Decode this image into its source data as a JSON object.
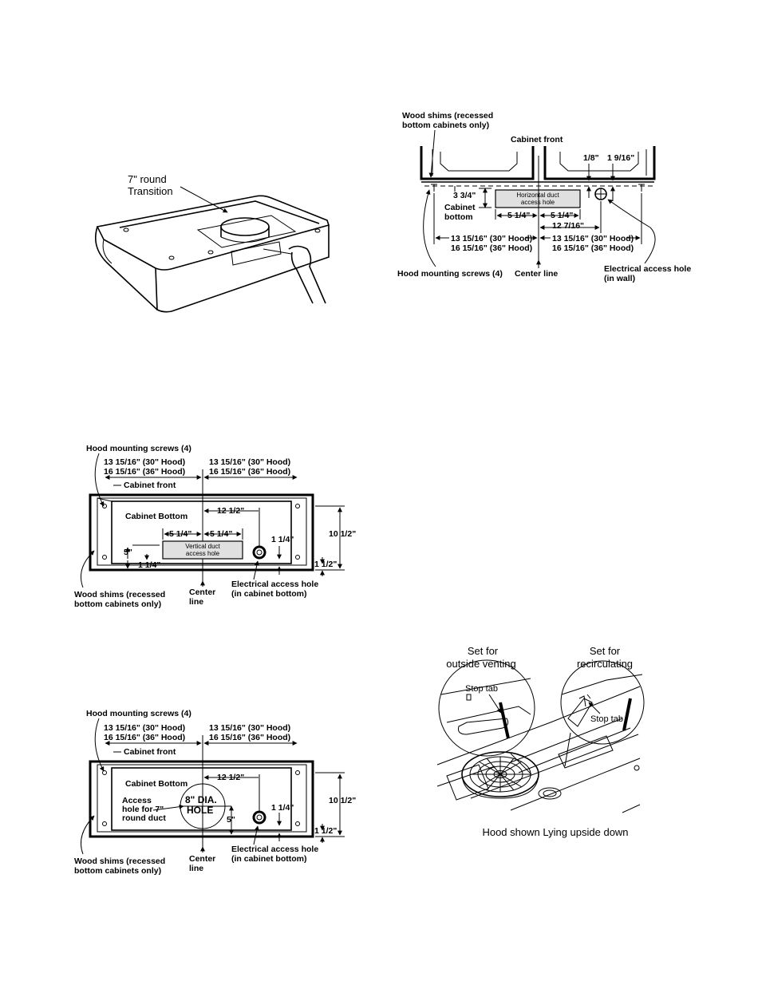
{
  "fig1": {
    "transition_line1": "7\" round",
    "transition_line2": "Transition"
  },
  "fig2": {
    "wood_shims_line1": "Wood shims (recessed",
    "wood_shims_line2": "bottom cabinets only)",
    "cabinet_front": "Cabinet front",
    "dim_1_8": "1/8\"",
    "dim_1_9_16": "1 9/16\"",
    "dim_3_3_4": "3 3/4\"",
    "cabinet_bottom_line1": "Cabinet",
    "cabinet_bottom_line2": "bottom",
    "duct_line1": "Horizontal duct",
    "duct_line2": "access hole",
    "dim_5_1_4_left": "5 1/4\"",
    "dim_5_1_4_right": "5 1/4\"",
    "dim_12_7_16": "12 7/16\"",
    "dim_left_30": "13 15/16\" (30\" Hood)",
    "dim_left_36": "16 15/16\" (36\" Hood)",
    "dim_right_30": "13 15/16\" (30\" Hood)",
    "dim_right_36": "16 15/16\" (36\" Hood)",
    "screws": "Hood mounting screws (4)",
    "center_line": "Center line",
    "elec_line1": "Electrical access hole",
    "elec_line2": "(in wall)"
  },
  "fig3": {
    "screws": "Hood mounting screws (4)",
    "dim_left_30": "13 15/16\" (30\" Hood)",
    "dim_left_36": "16 15/16\" (36\" Hood)",
    "dim_right_30": "13 15/16\" (30\" Hood)",
    "dim_right_36": "16 15/16\" (36\" Hood)",
    "cabinet_front": "Cabinet front",
    "cabinet_bottom": "Cabinet Bottom",
    "dim_12_1_2": "12 1/2\"",
    "dim_5_1_4_left": "5 1/4\"",
    "dim_5_1_4_right": "5 1/4\"",
    "duct_line1": "Vertical duct",
    "duct_line2": "access hole",
    "dim_1_1_4_right": "1 1/4\"",
    "dim_10_1_2": "10 1/2\"",
    "dim_5": "5\"",
    "dim_1_1_4_bottom": "1 1/4\"",
    "dim_1_1_2": "1 1/2\"",
    "wood_shims_line1": "Wood shims (recessed",
    "wood_shims_line2": "bottom cabinets only)",
    "center_line1": "Center",
    "center_line2": "line",
    "elec_line1": "Electrical access hole",
    "elec_line2": "(in cabinet bottom)"
  },
  "fig4": {
    "screws": "Hood mounting screws (4)",
    "dim_left_30": "13 15/16\" (30\" Hood)",
    "dim_left_36": "16 15/16\" (36\" Hood)",
    "dim_right_30": "13 15/16\" (30\" Hood)",
    "dim_right_36": "16 15/16\" (36\" Hood)",
    "cabinet_front": "Cabinet front",
    "cabinet_bottom": "Cabinet Bottom",
    "dim_12_1_2": "12 1/2\"",
    "access_line1": "Access",
    "access_line2": "hole for 7\"",
    "access_line3": "round duct",
    "hole_line1": "8\" DIA.",
    "hole_line2": "HOLE",
    "dim_5": "5\"",
    "dim_1_1_4": "1 1/4\"",
    "dim_10_1_2": "10 1/2\"",
    "dim_1_1_2": "1 1/2\"",
    "wood_shims_line1": "Wood shims (recessed",
    "wood_shims_line2": "bottom cabinets only)",
    "center_line1": "Center",
    "center_line2": "line",
    "elec_line1": "Electrical access hole",
    "elec_line2": "(in cabinet bottom)"
  },
  "fig5": {
    "outside_line1": "Set for",
    "outside_line2": "outside venting",
    "recirc_line1": "Set for",
    "recirc_line2": "recirculating",
    "stop_tab_left": "Stop tab",
    "stop_tab_right": "Stop tab",
    "caption": "Hood shown Lying upside down"
  }
}
